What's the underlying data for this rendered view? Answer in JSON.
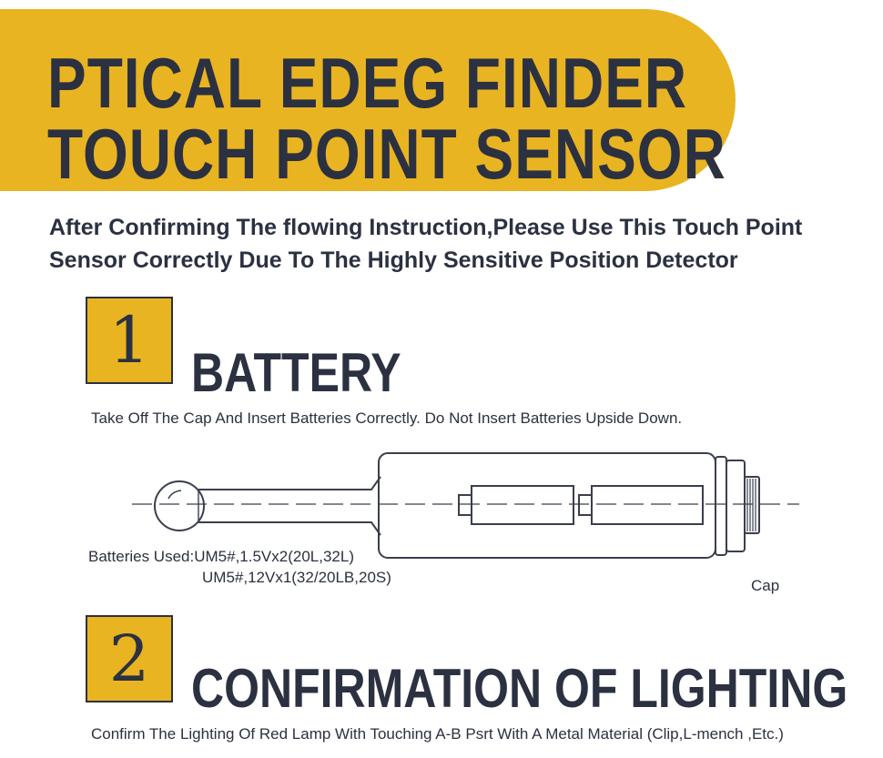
{
  "banner": {
    "line1": "PTICAL EDEG FINDER",
    "line2": "TOUCH POINT SENSOR"
  },
  "intro": "After Confirming The flowing Instruction,Please Use This Touch Point Sensor Correctly Due To The Highly Sensitive Position Detector",
  "sections": [
    {
      "number": "1",
      "title": "BATTERY",
      "description": "Take Off The Cap And Insert Batteries Correctly. Do Not Insert Batteries Upside Down."
    },
    {
      "number": "2",
      "title": "CONFIRMATION OF LIGHTING",
      "description": "Confirm The Lighting Of Red Lamp With Touching A-B Psrt With A Metal Material (Clip,L-mench ,Etc.)"
    }
  ],
  "diagram": {
    "batteries_line1": "Batteries Used:UM5#,1.5Vx2(20L,32L)",
    "batteries_line2": "UM5#,12Vx1(32/20LB,20S)",
    "cap_label": "Cap"
  },
  "colors": {
    "accent": "#e9b422",
    "text": "#2b3140"
  }
}
